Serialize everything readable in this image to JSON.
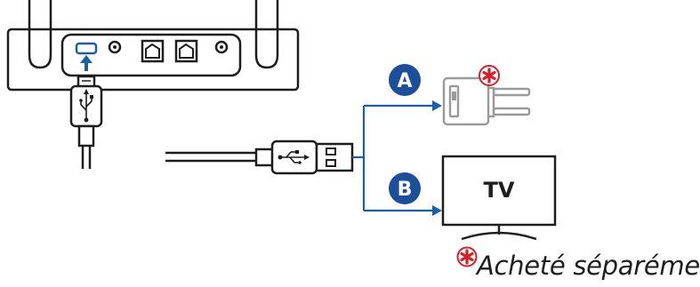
{
  "labels": {
    "option_a": "A",
    "option_b": "B",
    "tv": "TV",
    "note": "Acheté séparément"
  },
  "icons": {
    "usb_symbol": "usb-icon",
    "required_marker": "red-asterisk-icon",
    "arrow_up": "arrow-up-icon"
  },
  "colors": {
    "accent_blue": "#1a5fa8",
    "badge_blue": "#1b4e9b",
    "marker_red": "#d81f26",
    "line_black": "#1e1e1e",
    "adapter_gray": "#9a9a9a"
  }
}
